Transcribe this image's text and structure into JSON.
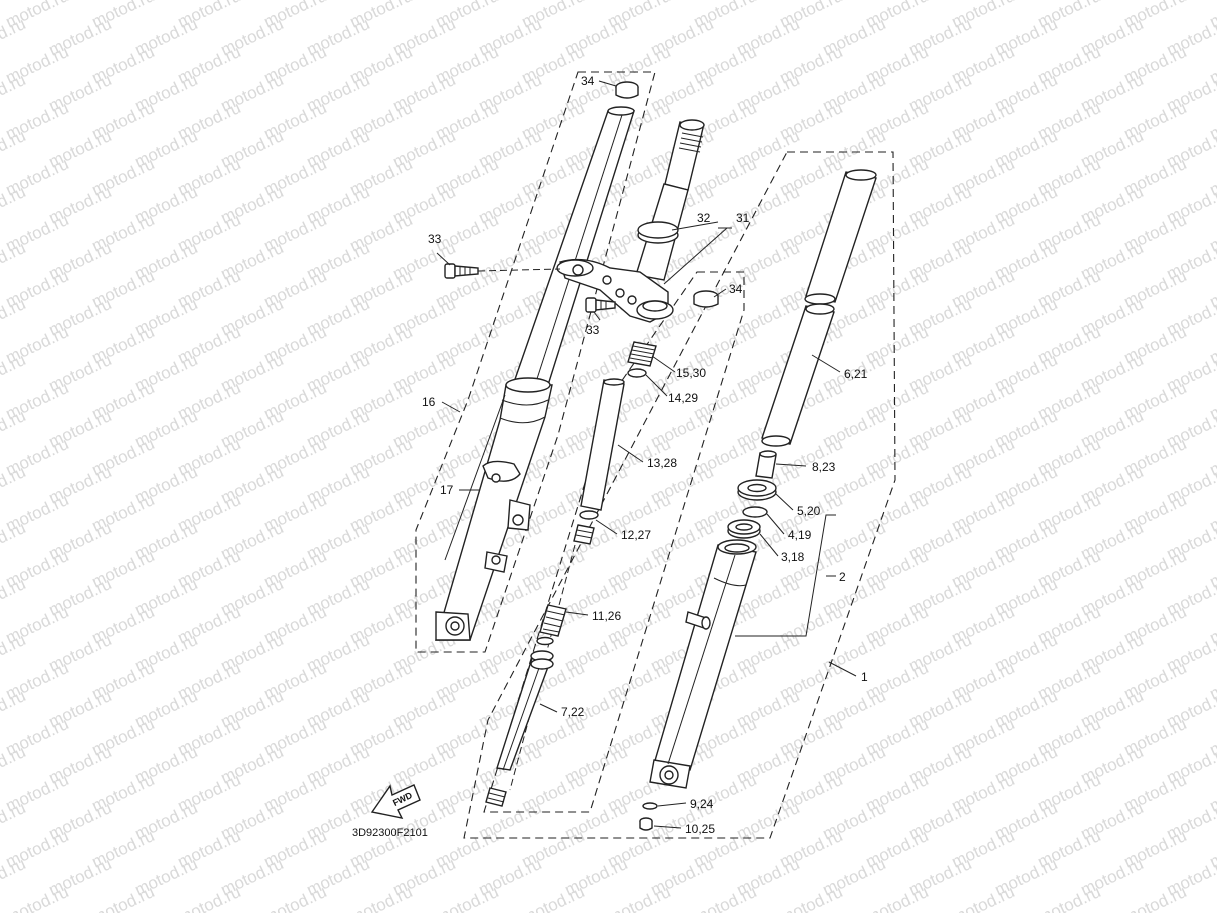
{
  "watermark": "motod.ru",
  "diagram_code": "3D92300F2101",
  "fwd_label": "FWD",
  "callouts": [
    {
      "id": "c34a",
      "text": "34"
    },
    {
      "id": "c32",
      "text": "32"
    },
    {
      "id": "c31",
      "text": "31"
    },
    {
      "id": "c33a",
      "text": "33"
    },
    {
      "id": "c34b",
      "text": "34"
    },
    {
      "id": "c33b",
      "text": "33"
    },
    {
      "id": "c15",
      "text": "15,30"
    },
    {
      "id": "c14",
      "text": "14,29"
    },
    {
      "id": "c16",
      "text": "16"
    },
    {
      "id": "c621",
      "text": "6,21"
    },
    {
      "id": "c1328",
      "text": "13,28"
    },
    {
      "id": "c823",
      "text": "8,23"
    },
    {
      "id": "c17",
      "text": "17"
    },
    {
      "id": "c520",
      "text": "5,20"
    },
    {
      "id": "c1227",
      "text": "12,27"
    },
    {
      "id": "c419",
      "text": "4,19"
    },
    {
      "id": "c318",
      "text": "3,18"
    },
    {
      "id": "c2",
      "text": "2"
    },
    {
      "id": "c1126",
      "text": "11,26"
    },
    {
      "id": "c1",
      "text": "1"
    },
    {
      "id": "c722",
      "text": "7,22"
    },
    {
      "id": "c924",
      "text": "9,24"
    },
    {
      "id": "c1025",
      "text": "10,25"
    }
  ]
}
